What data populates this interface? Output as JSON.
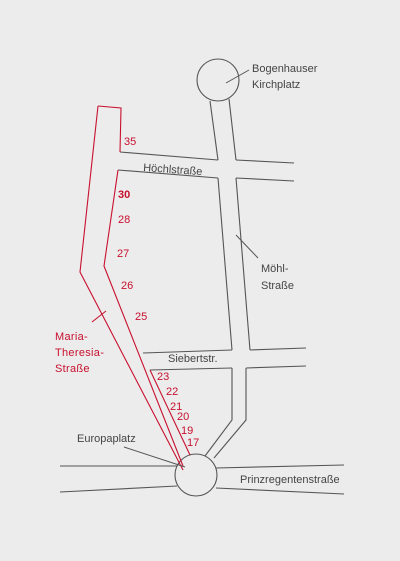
{
  "places": {
    "bogenhauser_line1": "Bogenhauser",
    "bogenhauser_line2": "Kirchplatz",
    "europaplatz": "Europaplatz"
  },
  "streets": {
    "hoechlstrasse": "Höchlstraße",
    "moehl_line1": "Möhl-",
    "moehl_line2": "Straße",
    "siebertstr": "Siebertstr.",
    "prinzregentenstrasse": "Prinzregentenstraße",
    "maria_line1": "Maria-",
    "maria_line2": "Theresia-",
    "maria_line3": "Straße"
  },
  "house_numbers": {
    "n35": "35",
    "n30": "30",
    "n28": "28",
    "n27": "27",
    "n26": "26",
    "n25": "25",
    "n23": "23",
    "n22": "22",
    "n21": "21",
    "n20": "20",
    "n19": "19",
    "n17": "17"
  },
  "colors": {
    "background": "#ececec",
    "street_lines": "#555555",
    "highlight": "#c8102e"
  }
}
